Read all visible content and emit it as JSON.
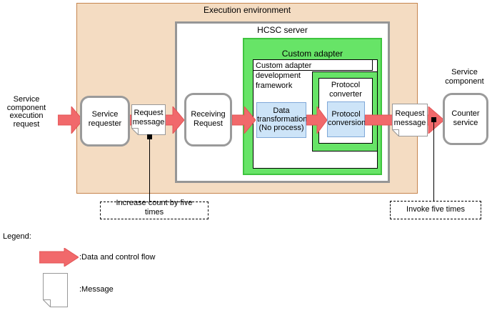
{
  "labels": {
    "left_request": [
      "Service",
      "component",
      "execution",
      "request"
    ],
    "execution_environment": "Execution environment",
    "hcsc_server": "HCSC server",
    "custom_adapter": "Custom adapter",
    "framework": [
      "Custom adapter",
      "development",
      "framework"
    ],
    "service_requester": [
      "Service",
      "requester"
    ],
    "receiving_request": [
      "Receiving",
      "Request"
    ],
    "data_transformation": [
      "Data",
      "transformation",
      "(No process)"
    ],
    "protocol_converter": [
      "Protocol",
      "converter"
    ],
    "protocol_conversion": [
      "Protocol",
      "conversion"
    ],
    "request_message_1": [
      "Request",
      "message"
    ],
    "request_message_2": [
      "Request",
      "message"
    ],
    "service_component": [
      "Service",
      "component"
    ],
    "counter_service": [
      "Counter",
      "service"
    ],
    "callout_increase": [
      "Increase count by five",
      "times"
    ],
    "callout_invoke": "Invoke five times"
  },
  "legend": {
    "title": "Legend:",
    "flow_label": ":Data and control flow",
    "message_label": ":Message"
  },
  "colors": {
    "environment_fill": "#F4DCC2",
    "environment_border": "#C6854E",
    "adapter_green": "#67E467",
    "adapter_green_border": "#3FC43F",
    "process_blue_fill": "#CDE4F8",
    "process_blue_border": "#7FA8D8",
    "arrow_red_fill": "#F1696B",
    "arrow_red_border": "#E25456",
    "box_gray_border": "#9A9A9A"
  }
}
